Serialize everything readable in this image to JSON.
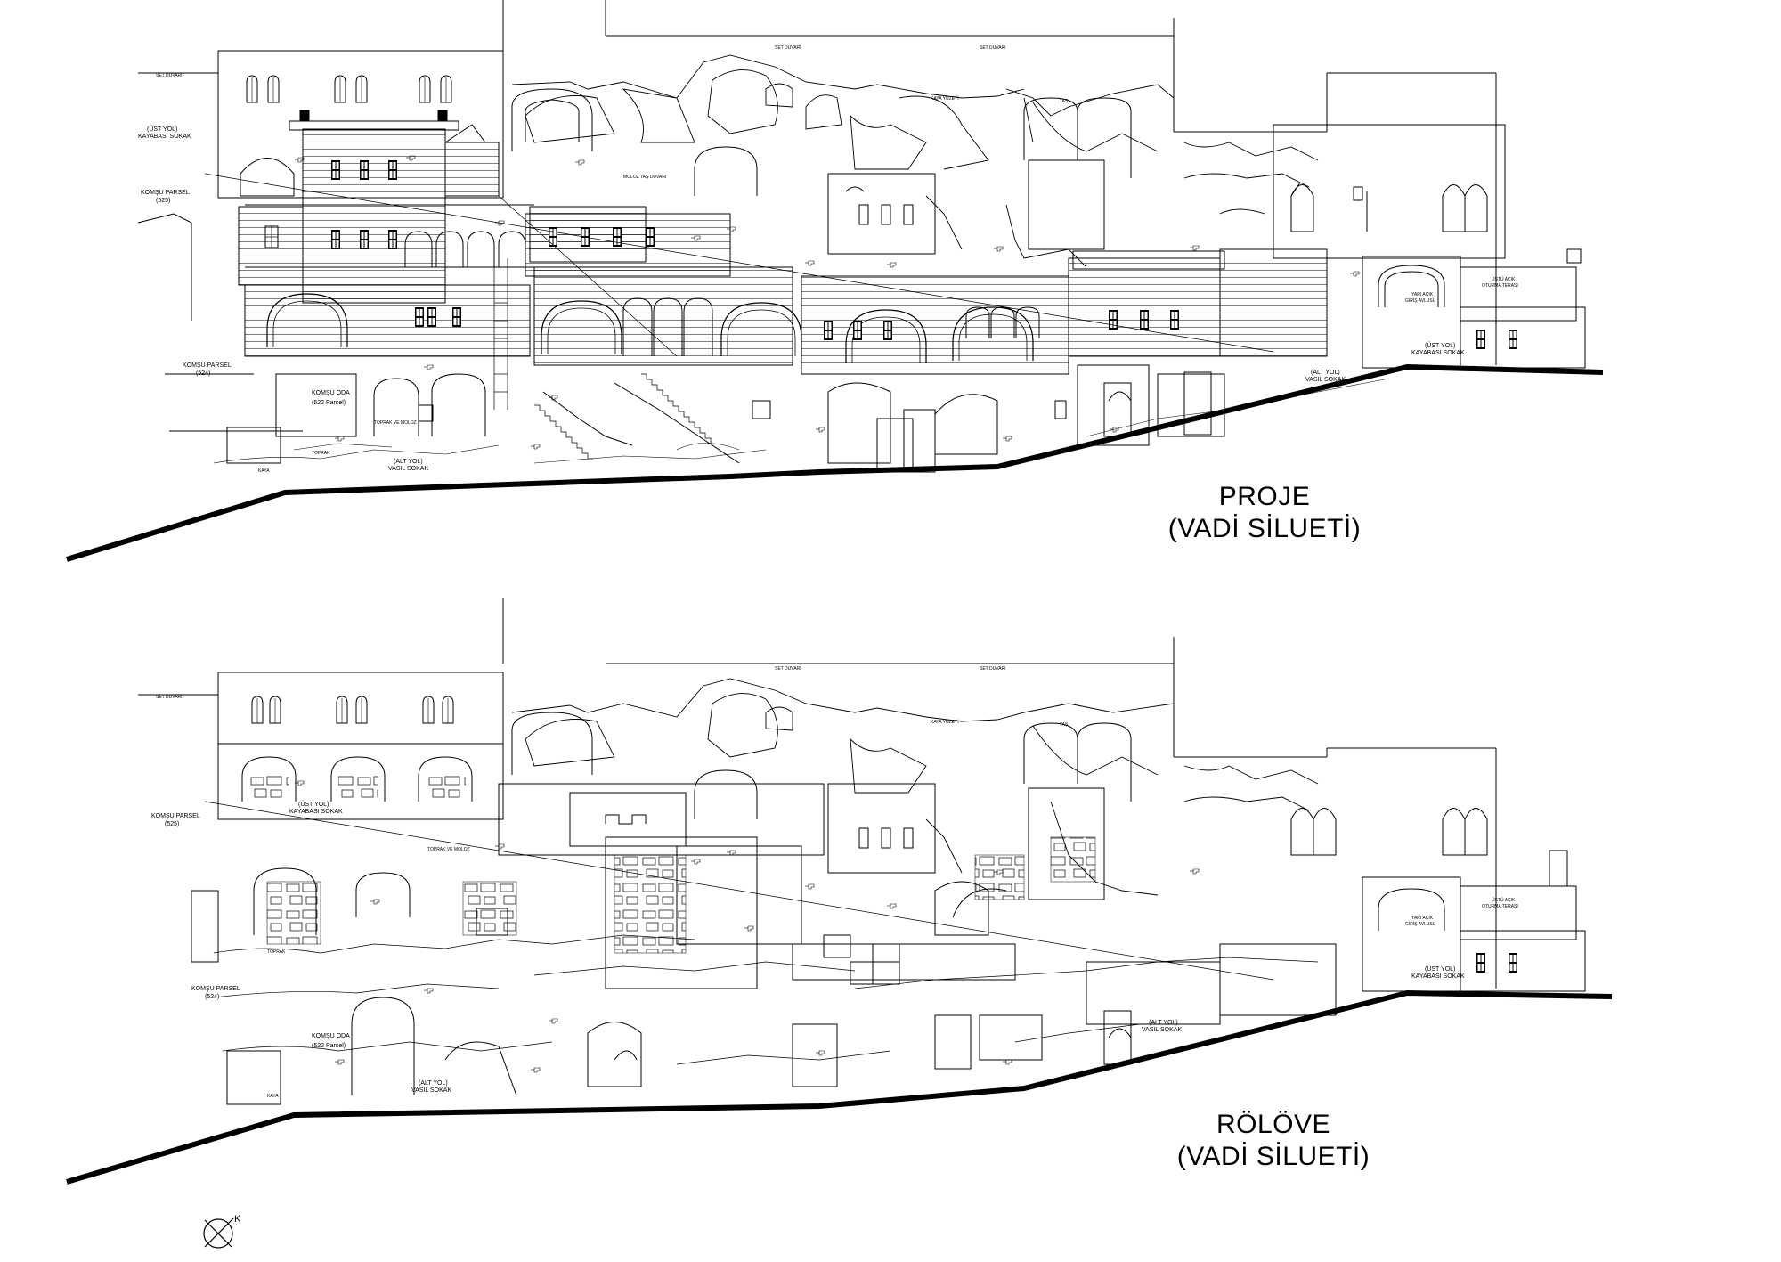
{
  "titles": {
    "project_line1": "PROJE",
    "project_line2": "(VADİ SİLUETİ)",
    "survey_line1": "RÖLÖVE",
    "survey_line2": "(VADİ SİLUETİ)"
  },
  "north_arrow": {
    "letter": "K"
  },
  "project_labels": {
    "set_duvari_left": "SET DUVARI",
    "ust_yol_1": "(ÜST YOL)",
    "ust_yol_2": "KAYABASI SOKAK",
    "komsu_parsel_top_1": "KOMŞU PARSEL",
    "komsu_parsel_top_2": "(525)",
    "komsu_parsel_bottom_1": "KOMŞU PARSEL",
    "komsu_parsel_bottom_2": "(524)",
    "komsu_oda_1": "KOMŞU ODA",
    "komsu_oda_2": "(522 Parsel)",
    "alt_yol_1": "(ALT YOL)",
    "alt_yol_2": "VASIL SOKAK",
    "kaya": "KAYA",
    "kaya_yuzeyi": "KAYA YÜZEYİ",
    "set_duvari_top_1": "SET DUVARI",
    "set_duvari_top_2": "SET DUVARI",
    "moloz_tas_duvar": "MOLOZ TAŞ DUVARI",
    "toprak_moloz": "TOPRAK VE MOLOZ",
    "yari_acik_1": "YARI AÇIK",
    "yari_acik_2": "GİRİŞ AVLUSU",
    "ustu_acik_1": "ÜSTÜ AÇIK",
    "ustu_acik_2": "OTURMA TERASI",
    "right_ust_yol_1": "(ÜST YOL)",
    "right_ust_yol_2": "KAYABASI SOKAK",
    "right_alt_yol_1": "(ALT YOL)",
    "right_alt_yol_2": "VASIL SOKAK",
    "toprak": "TOPRAK",
    "tas": "TAŞ"
  },
  "survey_labels": {
    "set_duvari_left": "SET DUVARI",
    "set_duvari_top": "SET DUVARI",
    "set_duvari_top_2": "SET DUVARI",
    "ust_yol_1": "(ÜST YOL)",
    "ust_yol_2": "KAYABASI SOKAK",
    "komsu_parsel_top_1": "KOMŞU PARSEL",
    "komsu_parsel_top_2": "(525)",
    "komsu_parsel_bottom_1": "KOMŞU PARSEL",
    "komsu_parsel_bottom_2": "(524)",
    "komsu_oda_1": "KOMŞU ODA",
    "komsu_oda_2": "(522 Parsel)",
    "alt_yol_1": "(ALT YOL)",
    "alt_yol_2": "VASIL SOKAK",
    "kaya": "KAYA",
    "kaya_yuzeyi": "KAYA YÜZEYİ",
    "toprak_moloz": "TOPRAK VE MOLOZ",
    "toprak": "TOPRAK",
    "yari_acik_1": "YARI AÇIK",
    "yari_acik_2": "GİRİŞ AVLUSU",
    "ustu_acik_1": "ÜSTÜ AÇIK",
    "ustu_acik_2": "OTURMA TERASI",
    "right_ust_yol_1": "(ÜST YOL)",
    "right_ust_yol_2": "KAYABASI SOKAK",
    "right_alt_yol_1": "(ALT YOL)",
    "right_alt_yol_2": "VASIL SOKAK",
    "tas": "TAŞ"
  }
}
